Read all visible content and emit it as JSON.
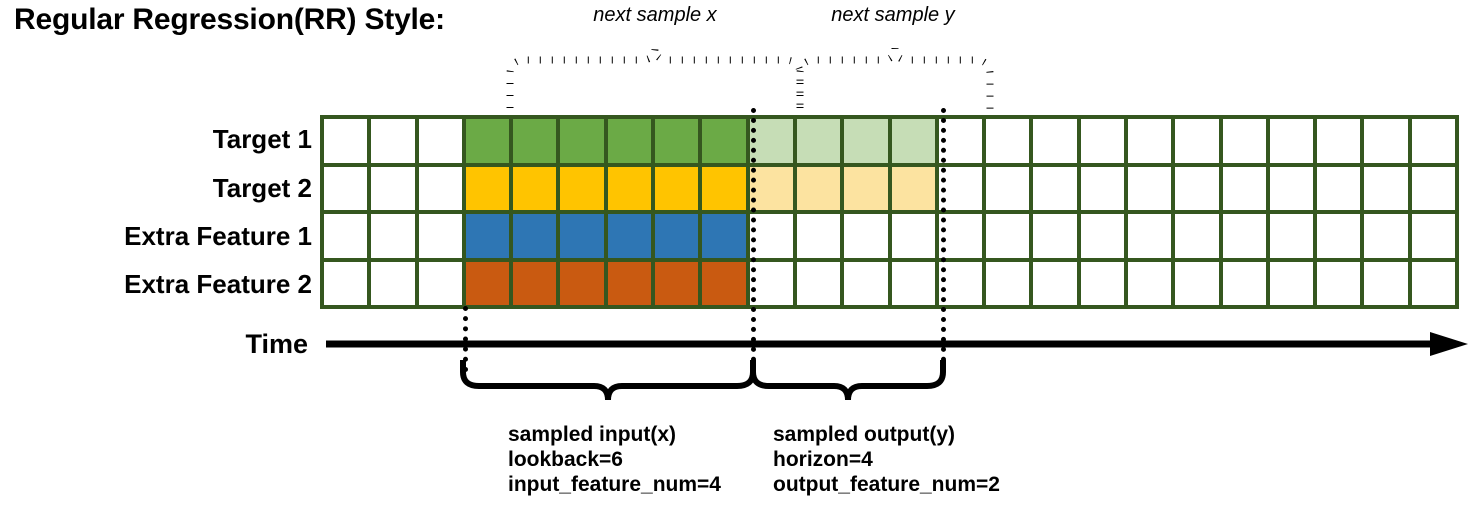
{
  "title": "Regular Regression(RR) Style:",
  "top_braces": {
    "next_x": "next sample x",
    "next_y": "next sample y"
  },
  "rows": [
    {
      "label": "Target 1"
    },
    {
      "label": "Target 2"
    },
    {
      "label": "Extra Feature 1"
    },
    {
      "label": "Extra Feature 2"
    }
  ],
  "grid": {
    "columns": 24,
    "row_count": 4,
    "cells": [
      [
        "white",
        "white",
        "white",
        "green",
        "green",
        "green",
        "green",
        "green",
        "green",
        "green-light",
        "green-light",
        "green-light",
        "green-light",
        "white",
        "white",
        "white",
        "white",
        "white",
        "white",
        "white",
        "white",
        "white",
        "white",
        "white"
      ],
      [
        "white",
        "white",
        "white",
        "yellow",
        "yellow",
        "yellow",
        "yellow",
        "yellow",
        "yellow",
        "yellow-light",
        "yellow-light",
        "yellow-light",
        "yellow-light",
        "white",
        "white",
        "white",
        "white",
        "white",
        "white",
        "white",
        "white",
        "white",
        "white",
        "white"
      ],
      [
        "white",
        "white",
        "white",
        "blue",
        "blue",
        "blue",
        "blue",
        "blue",
        "blue",
        "white",
        "white",
        "white",
        "white",
        "white",
        "white",
        "white",
        "white",
        "white",
        "white",
        "white",
        "white",
        "white",
        "white",
        "white"
      ],
      [
        "white",
        "white",
        "white",
        "orange",
        "orange",
        "orange",
        "orange",
        "orange",
        "orange",
        "white",
        "white",
        "white",
        "white",
        "white",
        "white",
        "white",
        "white",
        "white",
        "white",
        "white",
        "white",
        "white",
        "white",
        "white"
      ]
    ]
  },
  "axis": {
    "label": "Time"
  },
  "captions": {
    "input": {
      "line1": "sampled input(x)",
      "line2": "lookback=6",
      "line3": "input_feature_num=4"
    },
    "output": {
      "line1": "sampled output(y)",
      "line2": "horizon=4",
      "line3": "output_feature_num=2"
    }
  },
  "colors": {
    "border": "#35571F",
    "green": "#6BAA46",
    "green_light": "#C6DDB6",
    "yellow": "#FFC400",
    "yellow_light": "#FCE3A0",
    "blue": "#2E76B4",
    "orange": "#C95A11",
    "ink": "#000000"
  }
}
